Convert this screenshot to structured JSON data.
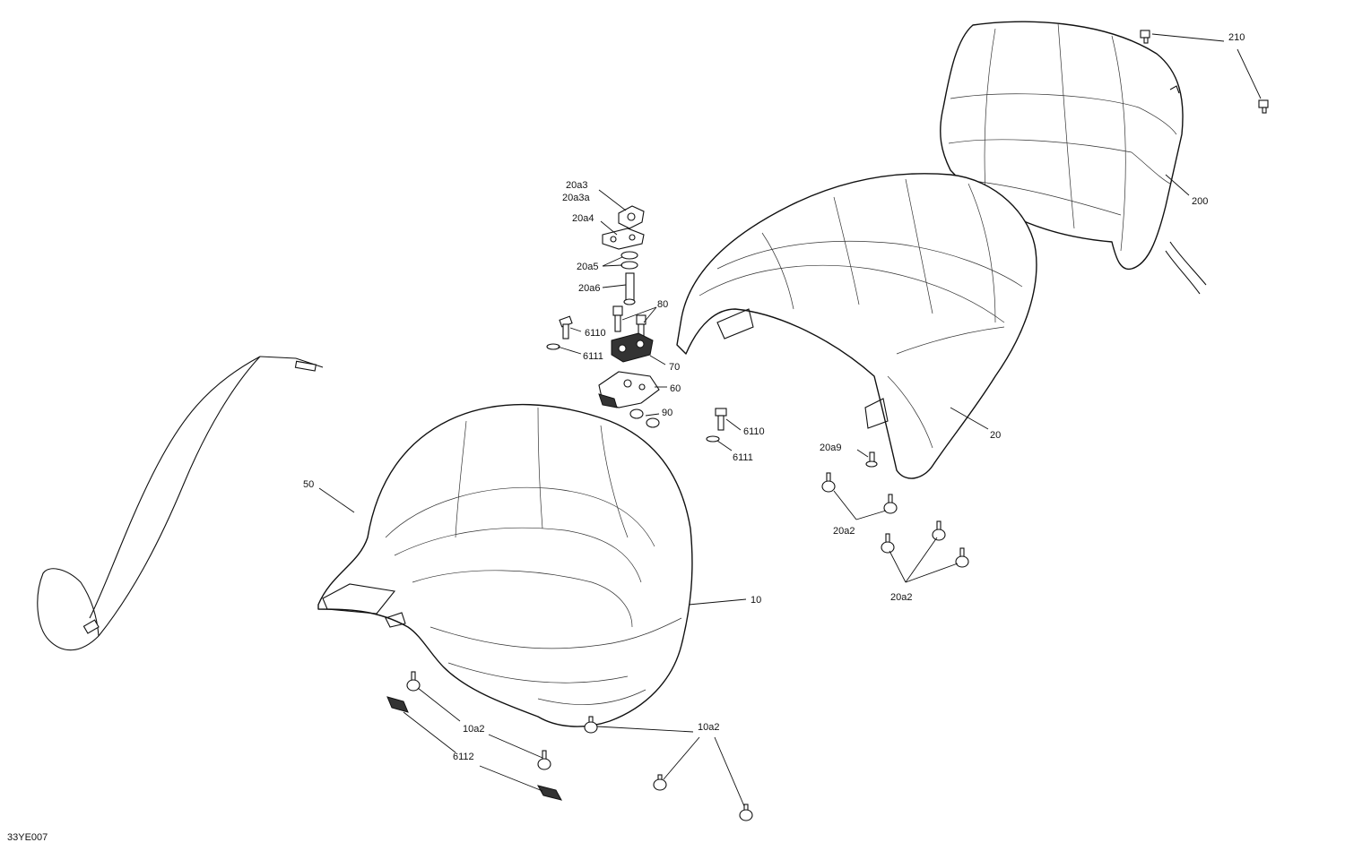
{
  "diagram_id": "33YE007",
  "callouts": {
    "c_20a3": "20a3",
    "c_20a3a": "20a3a",
    "c_20a4": "20a4",
    "c_20a5": "20a5",
    "c_20a6": "20a6",
    "c_80": "80",
    "c_6110_a": "6110",
    "c_6111_a": "6111",
    "c_70": "70",
    "c_60": "60",
    "c_90": "90",
    "c_6110_b": "6110",
    "c_6111_b": "6111",
    "c_50": "50",
    "c_10": "10",
    "c_10a2_a": "10a2",
    "c_10a2_b": "10a2",
    "c_6112": "6112",
    "c_20a9": "20a9",
    "c_20a2_a": "20a2",
    "c_20a2_b": "20a2",
    "c_20": "20",
    "c_200": "200",
    "c_210": "210"
  }
}
